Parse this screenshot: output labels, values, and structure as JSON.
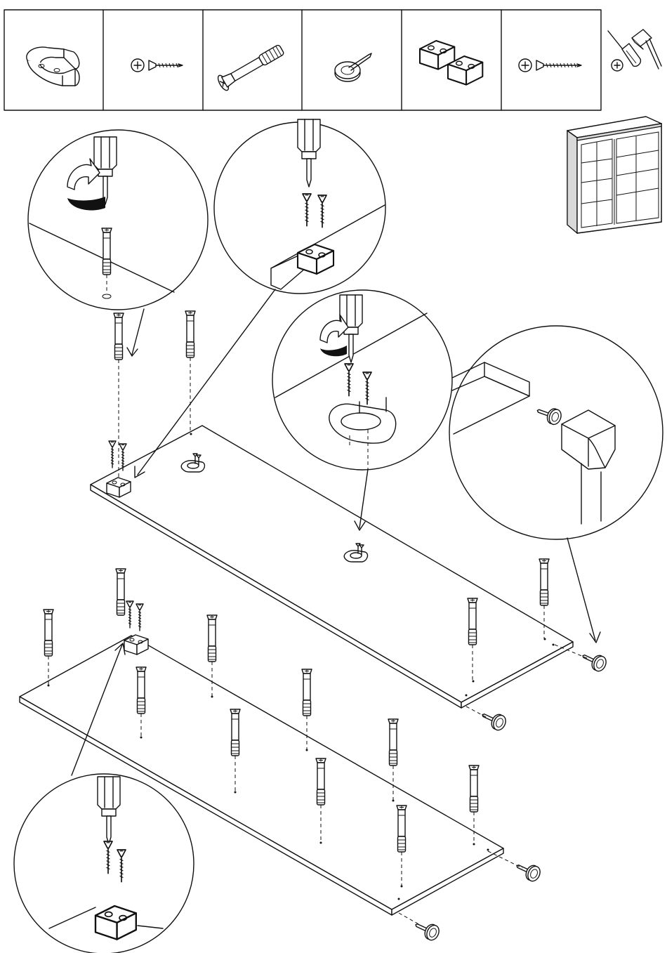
{
  "parts": [
    {
      "icon": "rail-holder-icon",
      "name": "part-rail-holder"
    },
    {
      "icon": "short-screw-icon",
      "name": "part-short-screw"
    },
    {
      "icon": "cam-bolt-icon",
      "name": "part-cam-bolt"
    },
    {
      "icon": "nail-glide-icon",
      "name": "part-nail-glide"
    },
    {
      "icon": "connector-block-icon",
      "name": "part-connector-blocks"
    },
    {
      "icon": "long-screw-icon",
      "name": "part-long-screw"
    }
  ],
  "tools": [
    "screwdriver-icon",
    "hammer-icon",
    "phillips-icon"
  ],
  "preview": "wardrobe-preview-icon",
  "details": [
    "detail-cam-bolt-insertion",
    "detail-block-screwing",
    "detail-rail-holder-screwing",
    "detail-nail-glide-hammering",
    "detail-lower-block-screwing"
  ],
  "colors": {
    "line": "#111111",
    "fill": "#ffffff",
    "shade": "#d9d9d9"
  }
}
